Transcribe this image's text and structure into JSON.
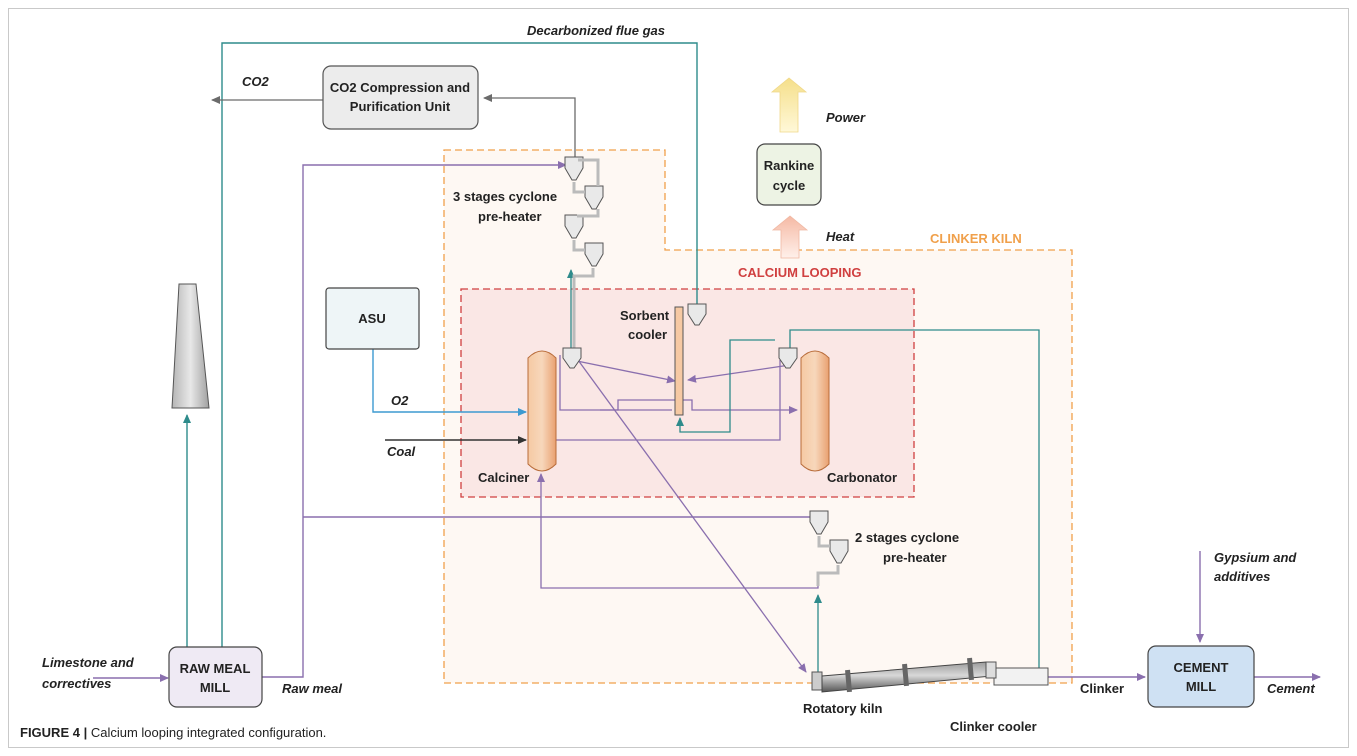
{
  "caption": {
    "figure_label": "FIGURE 4 |",
    "text": "Calcium looping integrated configuration."
  },
  "zones": {
    "clinker_kiln": "CLINKER KILN",
    "calcium_looping": "CALCIUM LOOPING"
  },
  "units": {
    "co2_unit_line1": "CO2 Compression and",
    "co2_unit_line2": "Purification Unit",
    "rankine_line1": "Rankine",
    "rankine_line2": "cycle",
    "asu": "ASU",
    "raw_meal_line1": "RAW MEAL",
    "raw_meal_line2": "MILL",
    "cement_mill_line1": "CEMENT",
    "cement_mill_line2": "MILL",
    "calciner": "Calciner",
    "carbonator": "Carbonator",
    "sorbent_cooler_line1": "Sorbent",
    "sorbent_cooler_line2": "cooler",
    "preheater3_line1": "3 stages cyclone",
    "preheater3_line2": "pre-heater",
    "preheater2_line1": "2 stages cyclone",
    "preheater2_line2": "pre-heater",
    "rotary_kiln": "Rotatory kiln",
    "clinker_cooler": "Clinker cooler"
  },
  "streams": {
    "decarbonized_flue_gas": "Decarbonized flue gas",
    "co2": "CO2",
    "power": "Power",
    "heat": "Heat",
    "o2": "O2",
    "coal": "Coal",
    "limestone_line1": "Limestone and",
    "limestone_line2": "correctives",
    "raw_meal": "Raw meal",
    "clinker": "Clinker",
    "gypsium_line1": "Gypsium and",
    "gypsium_line2": "additives",
    "cement": "Cement"
  },
  "colors": {
    "solids": "#8a6fae",
    "gas_flue": "#2e8b8b",
    "oxygen": "#3d9ad1",
    "co2_gas": "#6b6b6b",
    "coal": "#333333",
    "clinker_kiln_zone": "#f0a04b",
    "calcium_looping_zone": "#d04040",
    "reactor_fill": "#f3b98a",
    "cement_mill_fill": "#cfe1f3"
  }
}
